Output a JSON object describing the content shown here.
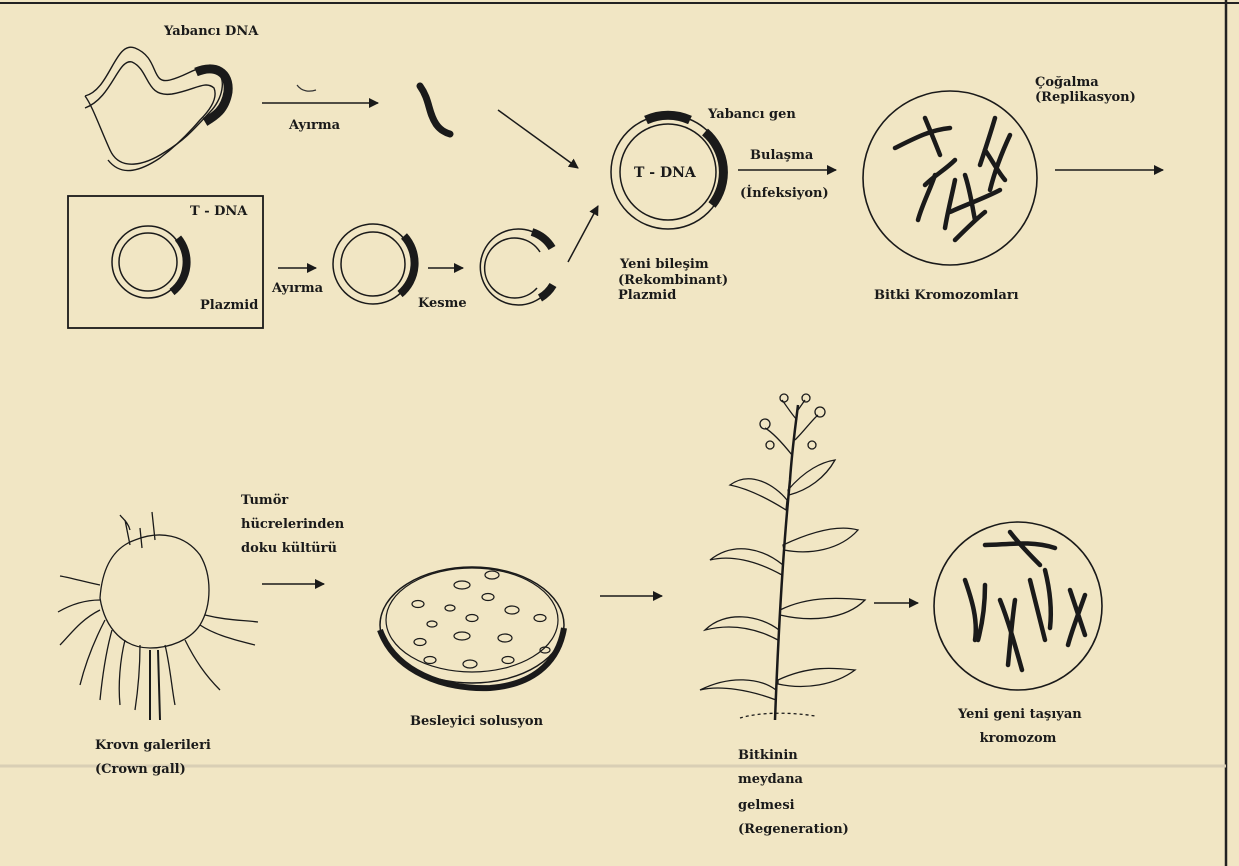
{
  "top_row": {
    "foreign_dna": "Yabancı DNA",
    "separation_1": "Ayırma",
    "t_dna_box": "T - DNA",
    "plasmid": "Plazmid",
    "separation_2": "Ayırma",
    "cutting": "Kesme",
    "foreign_gene": "Yabancı gen",
    "t_dna_recombinant": "T - DNA",
    "recombinant_line1": "Yeni bileşim",
    "recombinant_line2": "(Rekombinant)",
    "recombinant_line3": "Plazmid",
    "infection_line1": "Bulaşma",
    "infection_line2": "(İnfeksiyon)",
    "replication_line1": "Çoğalma",
    "replication_line2": "(Replikasyon)",
    "plant_chromosomes": "Bitki Kromozomları"
  },
  "bottom_row": {
    "culture_line1": "Tumör",
    "culture_line2": "hücrelerinden",
    "culture_line3": "doku kültürü",
    "crown_gall_line1": "Krovn galerileri",
    "crown_gall_line2": "(Crown gall)",
    "nutrient_solution": "Besleyici solusyon",
    "plant_line1": "Bitkinin",
    "plant_line2": "meydana",
    "plant_line3": "gelmesi",
    "plant_line4": "(Regeneration)",
    "new_gene_line1": "Yeni geni taşıyan",
    "new_gene_line2": "kromozom"
  }
}
